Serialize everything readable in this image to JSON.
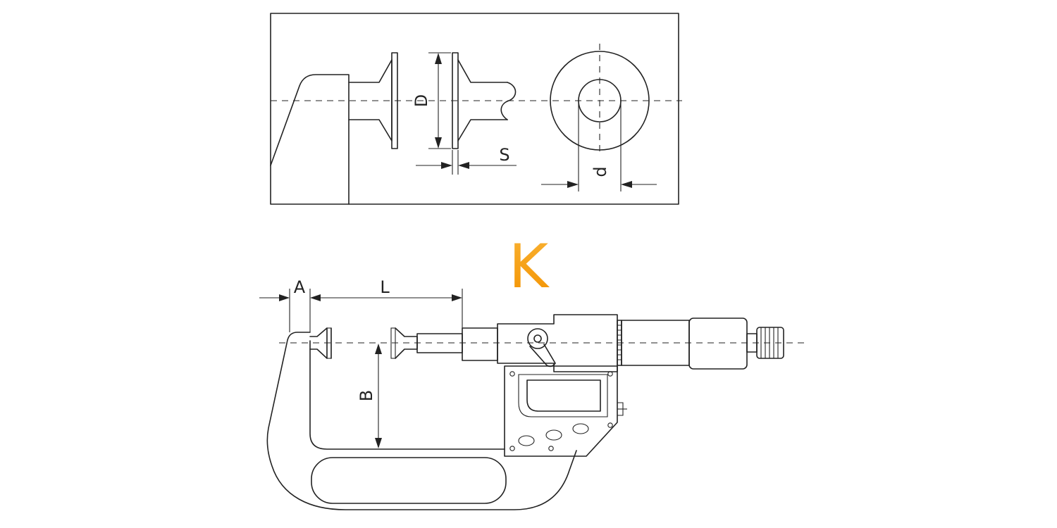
{
  "detail_view": {
    "labels": {
      "D": "D",
      "S": "S",
      "d": "d"
    }
  },
  "main_view": {
    "model_letter": "K",
    "labels": {
      "A": "A",
      "L": "L",
      "B": "B"
    }
  },
  "colors": {
    "accent": "#f7a21b",
    "line": "#222222",
    "background": "#ffffff"
  }
}
